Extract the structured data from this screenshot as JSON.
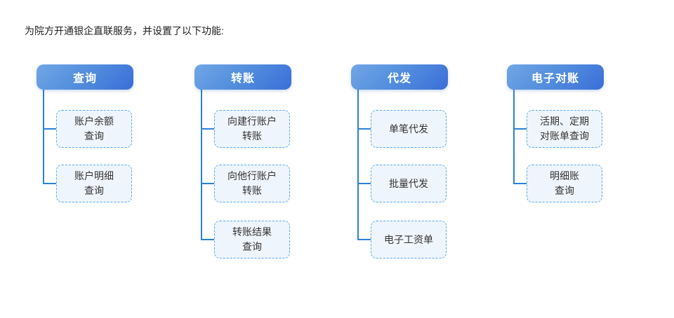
{
  "title": "为院方开通银企直联服务，并设置了以下功能:",
  "colors": {
    "header_gradient_start": "#72a6e5",
    "header_gradient_end": "#3a6ed8",
    "header_text": "#ffffff",
    "connector_line": "#2b81d9",
    "node_fill": "#eff5fc",
    "node_border": "#58a9ec",
    "node_text": "#333333",
    "title_text": "#1f1f1f",
    "background": "#ffffff"
  },
  "columns": [
    {
      "title": "查询",
      "children": [
        {
          "label": "账户余额\n查询"
        },
        {
          "label": "账户明细\n查询"
        }
      ]
    },
    {
      "title": "转账",
      "children": [
        {
          "label": "向建行账户\n转账"
        },
        {
          "label": "向他行账户\n转账"
        },
        {
          "label": "转账结果\n查询"
        }
      ]
    },
    {
      "title": "代发",
      "children": [
        {
          "label": "单笔代发"
        },
        {
          "label": "批量代发"
        },
        {
          "label": "电子工资单"
        }
      ]
    },
    {
      "title": "电子对账",
      "children": [
        {
          "label": "活期、定期\n对账单查询"
        },
        {
          "label": "明细账\n查询"
        }
      ]
    }
  ]
}
